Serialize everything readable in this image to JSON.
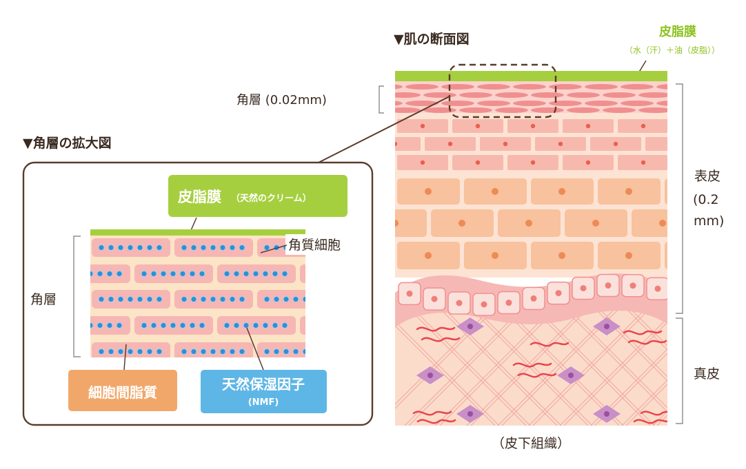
{
  "section_cross": "▼肌の断面図",
  "section_zoom": "▼角層の拡大図",
  "sebum": {
    "title": "皮脂膜",
    "sub": "（水（汗）＋油（皮脂））"
  },
  "stratum_corneum_label": "角層 (0.02mm)",
  "epidermis": {
    "line1": "表皮",
    "line2": "(0.2",
    "line3": "mm)"
  },
  "dermis": "真皮",
  "subcutaneous": "（皮下組織）",
  "zoom": {
    "sebum_main": "皮脂膜",
    "sebum_sub": "（天然のクリーム）",
    "corneocyte": "角質細胞",
    "layer": "角層",
    "lipid": "細胞間脂質",
    "nmf_main": "天然保湿因子",
    "nmf_sub": "(NMF)"
  },
  "colors": {
    "sebum_green": "#a6cf3f",
    "sebum_text_green": "#8dc21f",
    "lipid_orange": "#f1a76a",
    "nmf_blue": "#5eb6e6",
    "outline_brown": "#5a3b2a",
    "dermis_fill": "#fbdccb",
    "epidermis_fill": "#f7c29d",
    "cell_pink": "#f2a3a3",
    "dot_blue": "#2e8fd5"
  }
}
